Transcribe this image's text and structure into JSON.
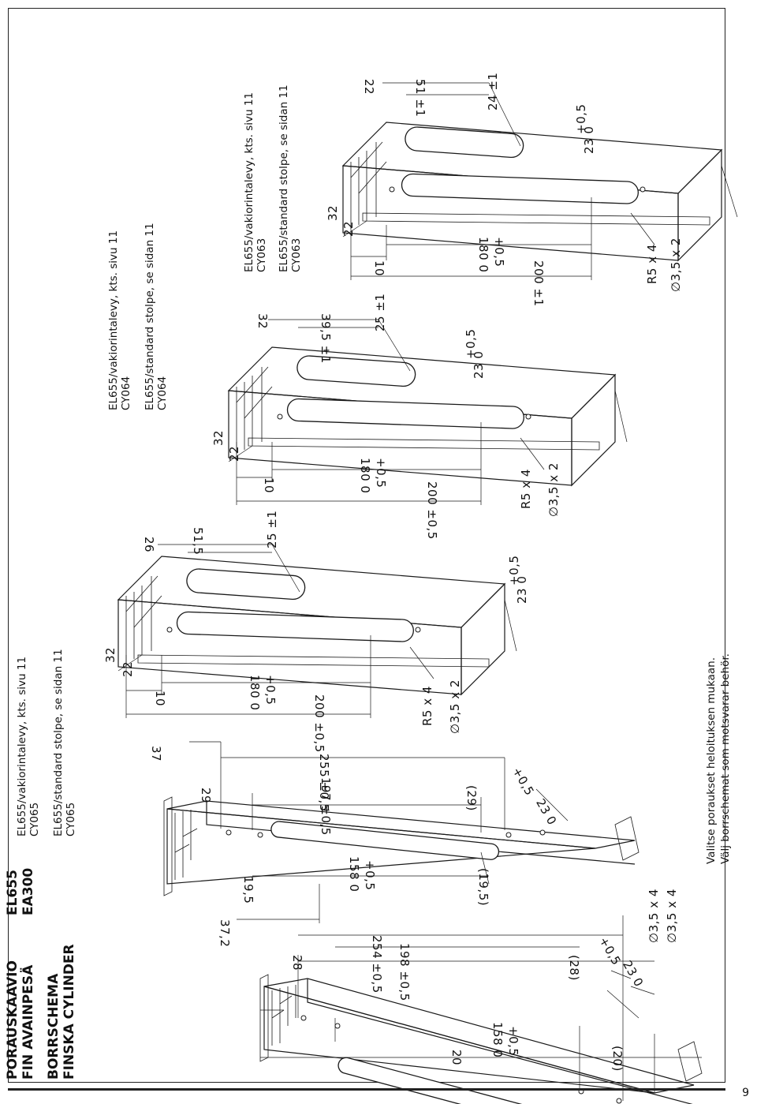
{
  "header": {
    "title_fi": "PORAUSKAAVIO",
    "subtitle_fi": "FIN AVAINPESÄ",
    "title_sv": "BORRSCHEMA",
    "subtitle_sv": "FINSKA CYLINDER",
    "model_1": "EL655",
    "model_2": "EA300"
  },
  "notes": {
    "cy065_fi": "EL655/vakiorintalevy, kts. sivu 11",
    "cy065_code_a": "CY065",
    "cy065_sv": "EL655/standard stolpe, se sidan 11",
    "cy065_code_b": "CY065",
    "cy064_fi": "EL655/vakiorintalevy, kts. sivu 11",
    "cy064_code_a": "CY064",
    "cy064_sv": "EL655/standard stolpe, se sidan 11",
    "cy064_code_b": "CY064",
    "cy063_fi": "EL655/vakiorintalevy, kts. sivu 11",
    "cy063_code_a": "CY063",
    "cy063_sv": "EL655/standard stolpe, se sidan 11",
    "cy063_code_b": "CY063"
  },
  "footer": {
    "line_fi": "Valitse poraukset heloituksen mukaan.",
    "line_sv": "Välj borrschemat som motsvarar behör.",
    "page_number": "9"
  },
  "dims_a": {
    "d20": "20",
    "d158": "158 0",
    "d158tol": "+0,5",
    "d20p": "(20)",
    "d28": "28",
    "d198": "198 ±0,5",
    "d254": "254 ±0,5",
    "d28p": "(28)",
    "d372": "37,2",
    "d23": "23 0",
    "d23tol": "+0,5",
    "hole1": "∅3,5 x 4",
    "hole2": "∅3,5 x 4"
  },
  "dims_b": {
    "d195": "19,5",
    "d158": "158 0",
    "d158tol": "+0,5",
    "d195p": "(19,5)",
    "d29": "29",
    "d197": "197 ±0,5",
    "d255": "255 ±0,5",
    "d29p": "(29)",
    "d37": "37",
    "d23": "23 0",
    "d23tol": "+0,5"
  },
  "dims_c": {
    "d22": "22",
    "d32": "32",
    "d10": "10",
    "d180": "180 0",
    "d180tol": "+0,5",
    "d200": "200 ±0,5",
    "d26": "26",
    "d515": "51,5",
    "d25": "25 ±1",
    "d23": "23 0",
    "d23tol": "+0,5",
    "r5": "R5 x 4",
    "hole": "∅3,5 x 2"
  },
  "dims_d": {
    "d22": "22",
    "d32": "32",
    "d10": "10",
    "d180": "180 0",
    "d180tol": "+0,5",
    "d200": "200 ±0,5",
    "d32top": "32",
    "d395": "39,5 ±1",
    "d25": "25 ±1",
    "d23": "23 0",
    "d23tol": "+0,5",
    "r5": "R5 x 4",
    "hole": "∅3,5 x 2"
  },
  "dims_e": {
    "d22": "22",
    "d32": "32",
    "d10": "10",
    "d180": "180 0",
    "d180tol": "+0,5",
    "d200": "200 ±1",
    "d22top": "22",
    "d51": "51 ±1",
    "d24": "24 ±1",
    "d23": "23 0",
    "d23tol": "+0,5",
    "r5": "R5 x 4",
    "hole": "∅3,5 x 2"
  }
}
